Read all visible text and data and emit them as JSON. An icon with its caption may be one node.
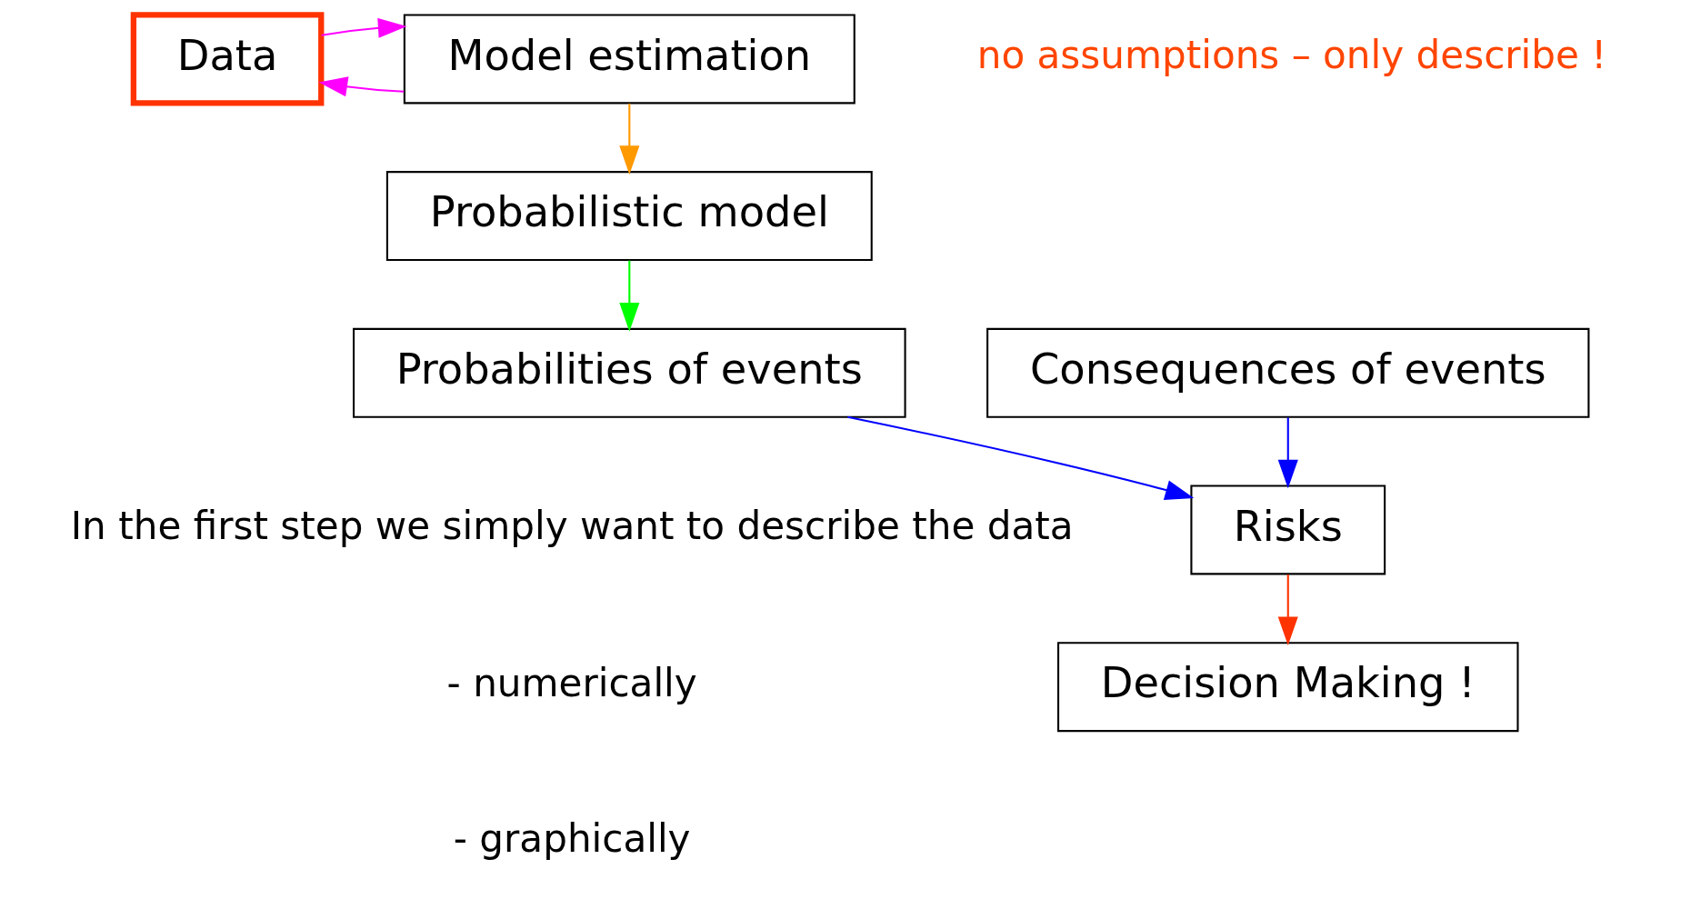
{
  "diagram": {
    "nodes": [
      {
        "text": [
          "Data"
        ]
      },
      {
        "text": [
          "Model estimation"
        ]
      },
      {
        "text": [
          "Probabilistic model"
        ]
      },
      {
        "text": [
          "Probabilities of events"
        ]
      },
      {
        "text": [
          "Consequences of events"
        ]
      },
      {
        "text": [
          "Risks"
        ]
      },
      {
        "text": [
          "Decision Making !"
        ]
      }
    ],
    "edges": [
      {
        "from": 1,
        "to": 0,
        "arrow": "to",
        "color": "#ff00ff"
      },
      {
        "from": 0,
        "to": 1,
        "arrow": "to",
        "color": "#ff00ff"
      },
      {
        "from": 1,
        "to": 2,
        "arrow": "to",
        "color": "#ff9900"
      },
      {
        "from": 2,
        "to": 3,
        "arrow": "to",
        "color": "#00ff00"
      },
      {
        "from": 3,
        "to": 5,
        "arrow": "to",
        "color": "#0000ff"
      },
      {
        "from": 4,
        "to": 5,
        "arrow": "to",
        "color": "#0000ff"
      },
      {
        "from": 5,
        "to": 6,
        "arrow": "to",
        "color": "#ff3300"
      }
    ],
    "labels": [
      "no assumptions – only describe !",
      "In the first step we simply want to describe the data",
      "- numerically",
      "- graphically"
    ]
  }
}
